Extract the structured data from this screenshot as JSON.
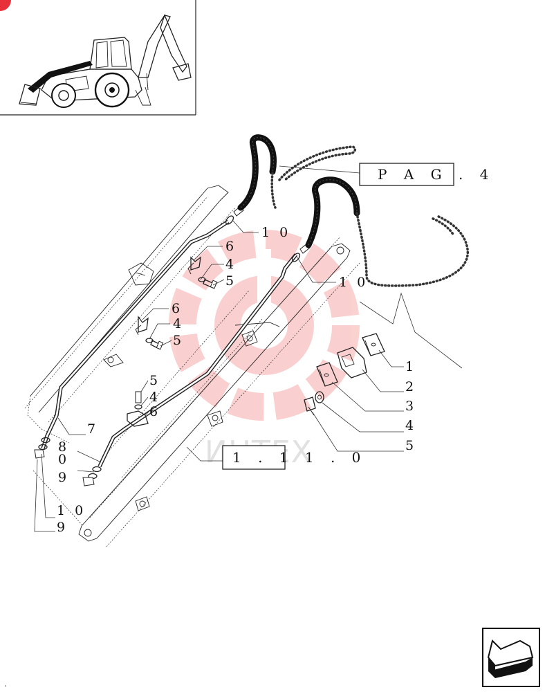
{
  "page_ref": {
    "label": "PAG. 4",
    "text": "P A G .  4"
  },
  "section_ref": {
    "label": "1.11.0",
    "text": "1 . 1 1 . 0"
  },
  "watermark": {
    "text": "ИНТЕХ",
    "color": "#e8302a"
  },
  "corner_mark": {
    "color": "#e8303a"
  },
  "footer_dot": ".",
  "callouts": {
    "c1": "1",
    "c2": "2",
    "c3": "3",
    "c4": "4",
    "c5": "5",
    "top_10": "1 0",
    "top_6": "6",
    "top_4": "4",
    "top_5": "5",
    "mid_6": "6",
    "mid_4": "4",
    "mid_5": "5",
    "right_10": "1 0",
    "low_5": "5",
    "low_4": "4",
    "low_6": "6",
    "left_7": "7",
    "left_8": "8",
    "left_0": "0",
    "left_9": "9",
    "bottom_10": "1 0",
    "bottom_9": "9"
  },
  "icons": {
    "thumbnail": "backhoe-loader-thumbnail",
    "nav": "next-page-arrow-icon"
  }
}
